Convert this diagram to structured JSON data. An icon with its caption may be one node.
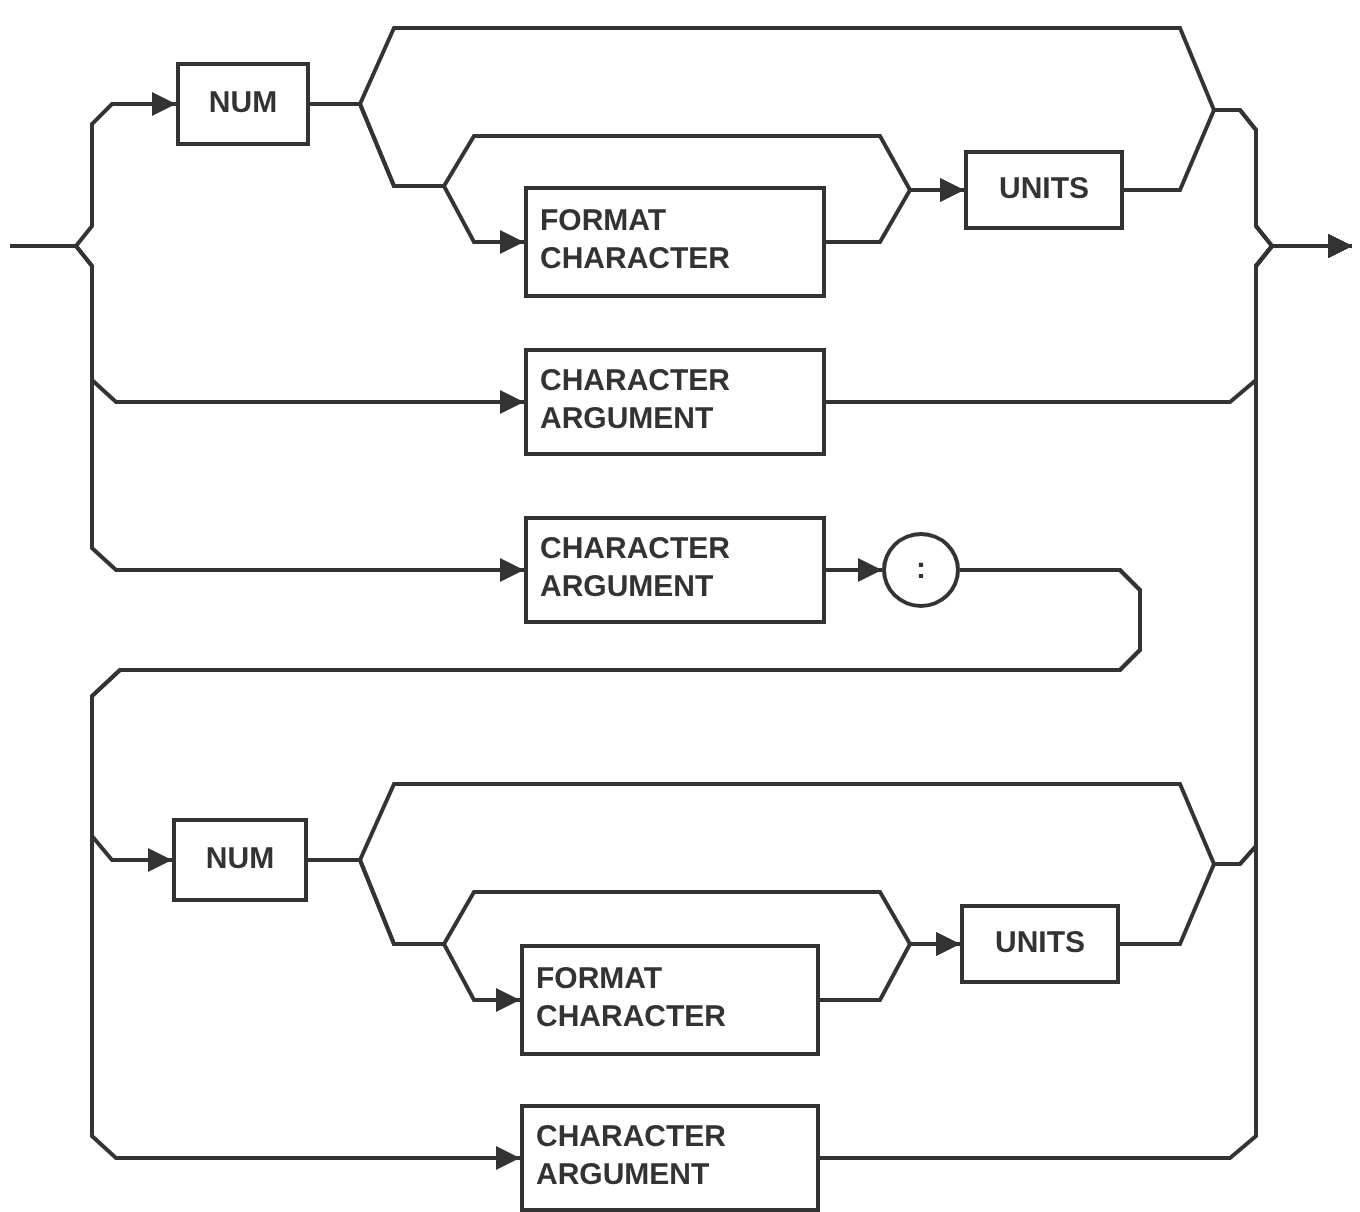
{
  "diagram": {
    "nodes": [
      {
        "text": [
          "NUM"
        ]
      },
      {
        "text": [
          "FORMAT CHARACTER"
        ]
      },
      {
        "text": [
          "UNITS"
        ]
      },
      {
        "text": [
          "CHARACTER ARGUMENT"
        ]
      },
      {
        "text": [
          "CHARACTER ARGUMENT"
        ]
      },
      {
        "text": [
          ":"
        ]
      },
      {
        "text": [
          "NUM"
        ]
      },
      {
        "text": [
          "FORMAT CHARACTER"
        ]
      },
      {
        "text": [
          "UNITS"
        ]
      },
      {
        "text": [
          "CHARACTER ARGUMENT"
        ]
      }
    ],
    "edges": [
      {
        "from": null,
        "to": 0,
        "arrow": "to"
      },
      {
        "from": null,
        "to": 3,
        "arrow": "to"
      },
      {
        "from": null,
        "to": 4,
        "arrow": "to"
      },
      {
        "from": 0,
        "to": null,
        "arrow": "to"
      },
      {
        "from": 0,
        "to": 1,
        "arrow": "to"
      },
      {
        "from": 0,
        "to": 2,
        "arrow": "to"
      },
      {
        "from": 1,
        "to": 2,
        "arrow": "to"
      },
      {
        "from": 2,
        "to": null,
        "arrow": "to"
      },
      {
        "from": 3,
        "to": null,
        "arrow": "to"
      },
      {
        "from": 4,
        "to": 5,
        "arrow": "to"
      },
      {
        "from": 5,
        "to": 6,
        "arrow": "to"
      },
      {
        "from": 5,
        "to": 9,
        "arrow": "to"
      },
      {
        "from": 6,
        "to": null,
        "arrow": "to"
      },
      {
        "from": 6,
        "to": 7,
        "arrow": "to"
      },
      {
        "from": 6,
        "to": 8,
        "arrow": "to"
      },
      {
        "from": 7,
        "to": 8,
        "arrow": "to"
      },
      {
        "from": 8,
        "to": null,
        "arrow": "to"
      },
      {
        "from": 9,
        "to": null,
        "arrow": "to"
      }
    ]
  }
}
